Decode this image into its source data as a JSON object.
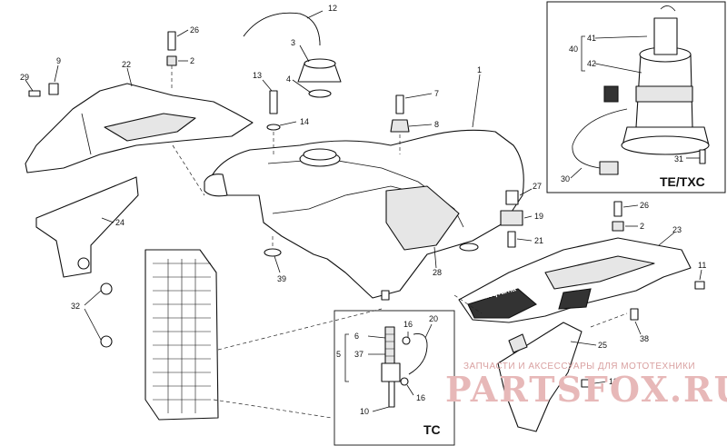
{
  "callouts": {
    "c1": "1",
    "c2a": "2",
    "c2b": "2",
    "c3": "3",
    "c4": "4",
    "c5": "5",
    "c6": "6",
    "c7": "7",
    "c8": "8",
    "c9": "9",
    "c10": "10",
    "c11": "11",
    "c12": "12",
    "c13": "13",
    "c14": "14",
    "c16a": "16",
    "c16b": "16",
    "c18": "18",
    "c19": "19",
    "c20": "20",
    "c21": "21",
    "c22": "22",
    "c23": "23",
    "c24": "24",
    "c25": "25",
    "c26a": "26",
    "c26b": "26",
    "c27": "27",
    "c28": "28",
    "c29": "29",
    "c30": "30",
    "c31": "31",
    "c32": "32",
    "c37": "37",
    "c38": "38",
    "c39": "39",
    "c40": "40",
    "c41": "41",
    "c42": "42"
  },
  "inset_labels": {
    "te_txc": "TE/TXC",
    "tc": "TC"
  },
  "shroud_brand": "Husqvarna",
  "watermark": {
    "line": "ЗАПЧАСТИ И АКСЕССУАРЫ ДЛЯ МОТОТЕХНИКИ",
    "brand": "PARTSFOX.RU"
  }
}
